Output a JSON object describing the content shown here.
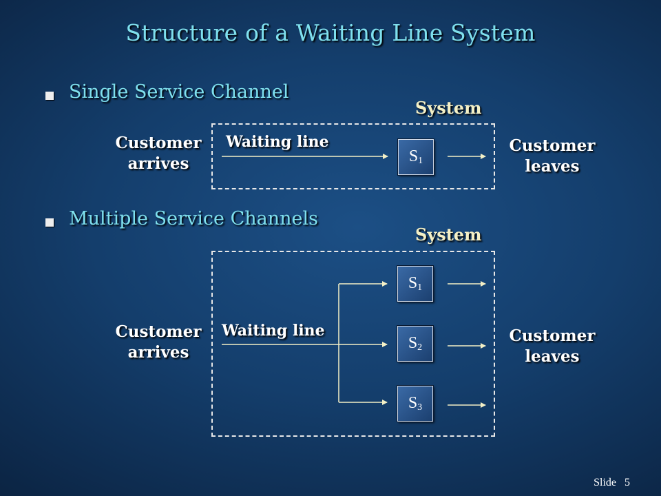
{
  "slide": {
    "title": "Structure of a Waiting Line System",
    "footer_label": "Slide",
    "page_number": "5"
  },
  "single": {
    "heading": "Single Service Channel",
    "system_label": "System",
    "arrive_line1": "Customer",
    "arrive_line2": "arrives",
    "waiting_label": "Waiting line",
    "leave_line1": "Customer",
    "leave_line2": "leaves",
    "servers": [
      {
        "letter": "S",
        "sub": "1"
      }
    ]
  },
  "multiple": {
    "heading": "Multiple Service Channels",
    "system_label": "System",
    "arrive_line1": "Customer",
    "arrive_line2": "arrives",
    "waiting_label": "Waiting line",
    "leave_line1": "Customer",
    "leave_line2": "leaves",
    "servers": [
      {
        "letter": "S",
        "sub": "1"
      },
      {
        "letter": "S",
        "sub": "2"
      },
      {
        "letter": "S",
        "sub": "3"
      }
    ]
  },
  "colors": {
    "title": "#7fe0ee",
    "system_label": "#f4f0c6",
    "arrow": "#f4f0c6"
  }
}
